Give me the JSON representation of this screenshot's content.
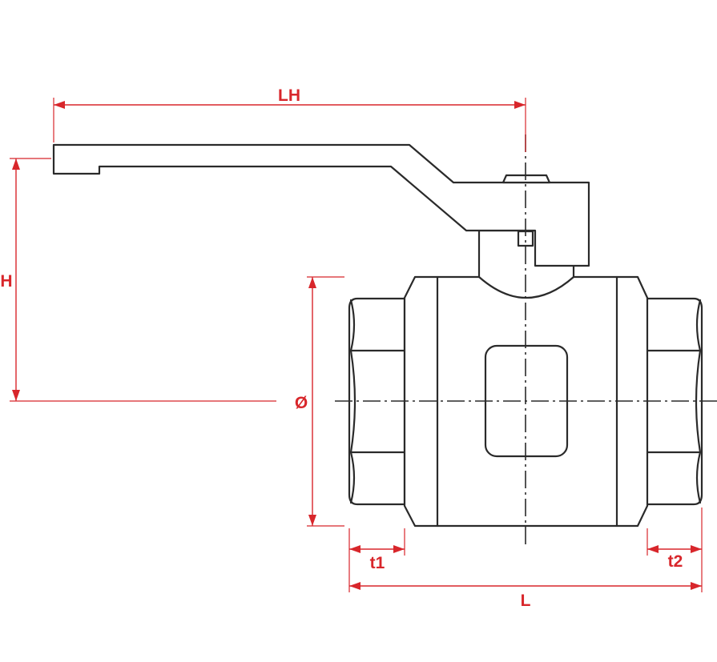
{
  "colors": {
    "dimension": "#d8262b",
    "line": "#2a2a2a",
    "background": "#ffffff"
  },
  "dimensions": {
    "lever_length": "LH",
    "height": "H",
    "diameter": "Ø",
    "thread_left": "t1",
    "thread_right": "t2",
    "length": "L"
  }
}
